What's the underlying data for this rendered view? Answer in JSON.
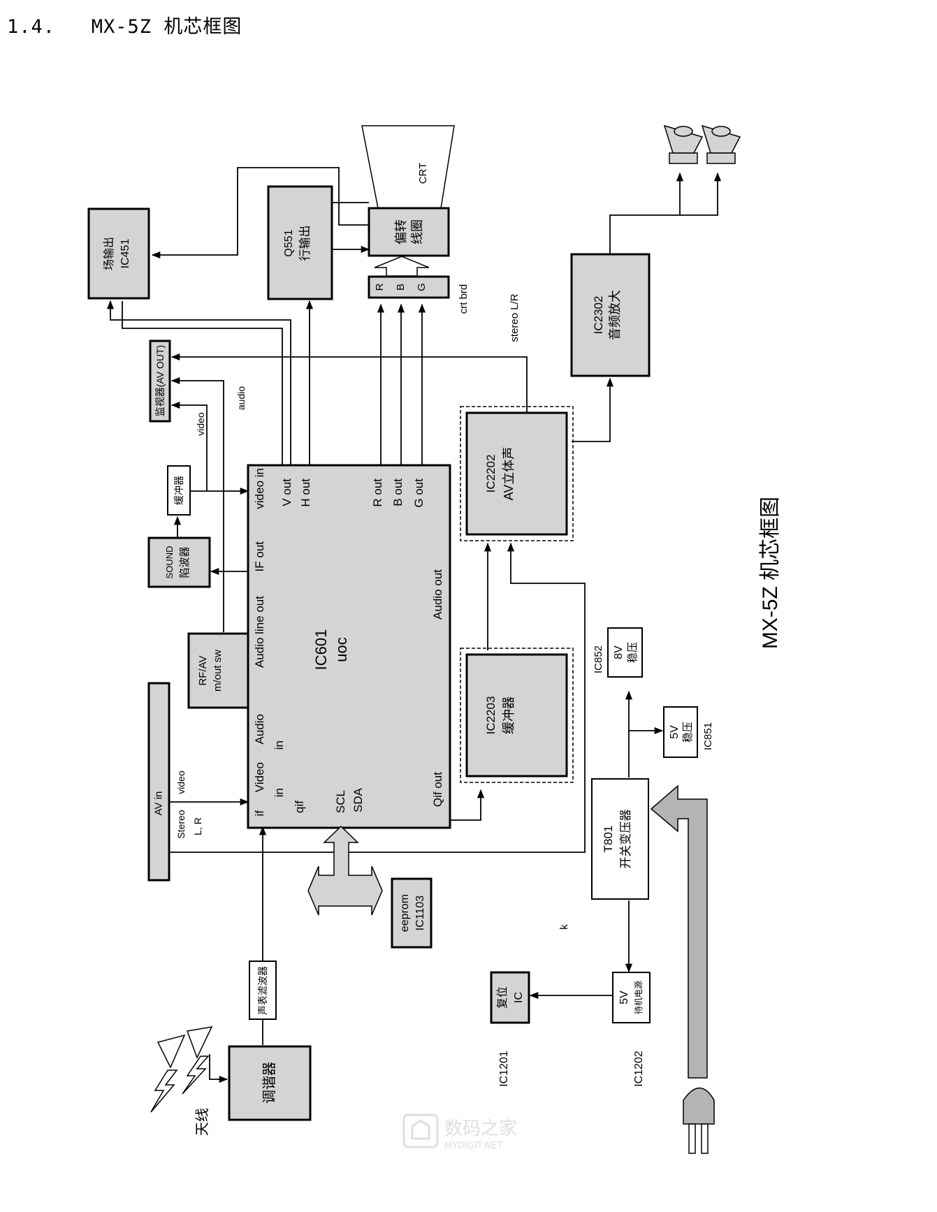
{
  "page": {
    "title": "1.4.   MX-5Z 机芯框图"
  },
  "diagram_title": "MX-5Z 机芯框图",
  "blocks": {
    "ic451": {
      "line1": "场输出",
      "line2": "IC451"
    },
    "q551": {
      "line1": "Q551",
      "line2": "行输出"
    },
    "yoke": {
      "line1": "偏转",
      "line2": "线圈"
    },
    "crt": "CRT",
    "crt_board": {
      "r": "R",
      "b": "B",
      "g": "G",
      "label": "crt brd"
    },
    "ic2302": {
      "line1": "IC2302",
      "line2": "音频放大"
    },
    "monitor": "监视器(AV OUT)",
    "buffer_small": "缓冲器",
    "sound_trap": {
      "line1": "SOUND",
      "line2": "陷波器"
    },
    "rfav": {
      "line1": "RF/AV",
      "line2": "m/out sw"
    },
    "av_in": "AV in",
    "ic601": {
      "name": "IC601",
      "sub": "uoc",
      "pins": {
        "video_in": "video in",
        "v_out": "V out",
        "h_out": "H out",
        "r_out": "R out",
        "b_out": "B out",
        "g_out": "G out",
        "if_out": "IF out",
        "audio_line_out": "Audio line out",
        "audio": "Audio",
        "audio_in": "in",
        "video": "Video",
        "video_in2": "in",
        "if": "if",
        "qif": "qif",
        "scl": "SCL",
        "sda": "SDA",
        "qif_out": "Qif out",
        "audio_out": "Audio out"
      }
    },
    "ic2202": {
      "line1": "IC2202",
      "line2": "AV立体声"
    },
    "ic2203": {
      "line1": "IC2203",
      "line2": "缓冲器"
    },
    "ic852": {
      "label": "IC852",
      "line1": "8V",
      "line2": "稳压"
    },
    "ic851": {
      "label": "IC851",
      "line1": "5V",
      "line2": "稳压"
    },
    "t801": {
      "line1": "T801",
      "line2": "开关变压器"
    },
    "eeprom": {
      "line1": "eeprom",
      "line2": "IC1103"
    },
    "reset": {
      "line1": "复位",
      "line2": "IC",
      "label": "IC1201"
    },
    "standby": {
      "line1": "5V",
      "line2": "待机电源",
      "label": "IC1202"
    },
    "saw": "声表滤波器",
    "tuner": "调谐器",
    "antenna": "天线"
  },
  "signals": {
    "stereo_lr": "stereo L/R",
    "audio": "audio",
    "video": "video",
    "av_video": "video",
    "stereo": "Stereo",
    "lr": "L, R",
    "k": "k"
  },
  "watermark": {
    "cn": "数码之家",
    "en": "MYDIGIT.NET"
  }
}
